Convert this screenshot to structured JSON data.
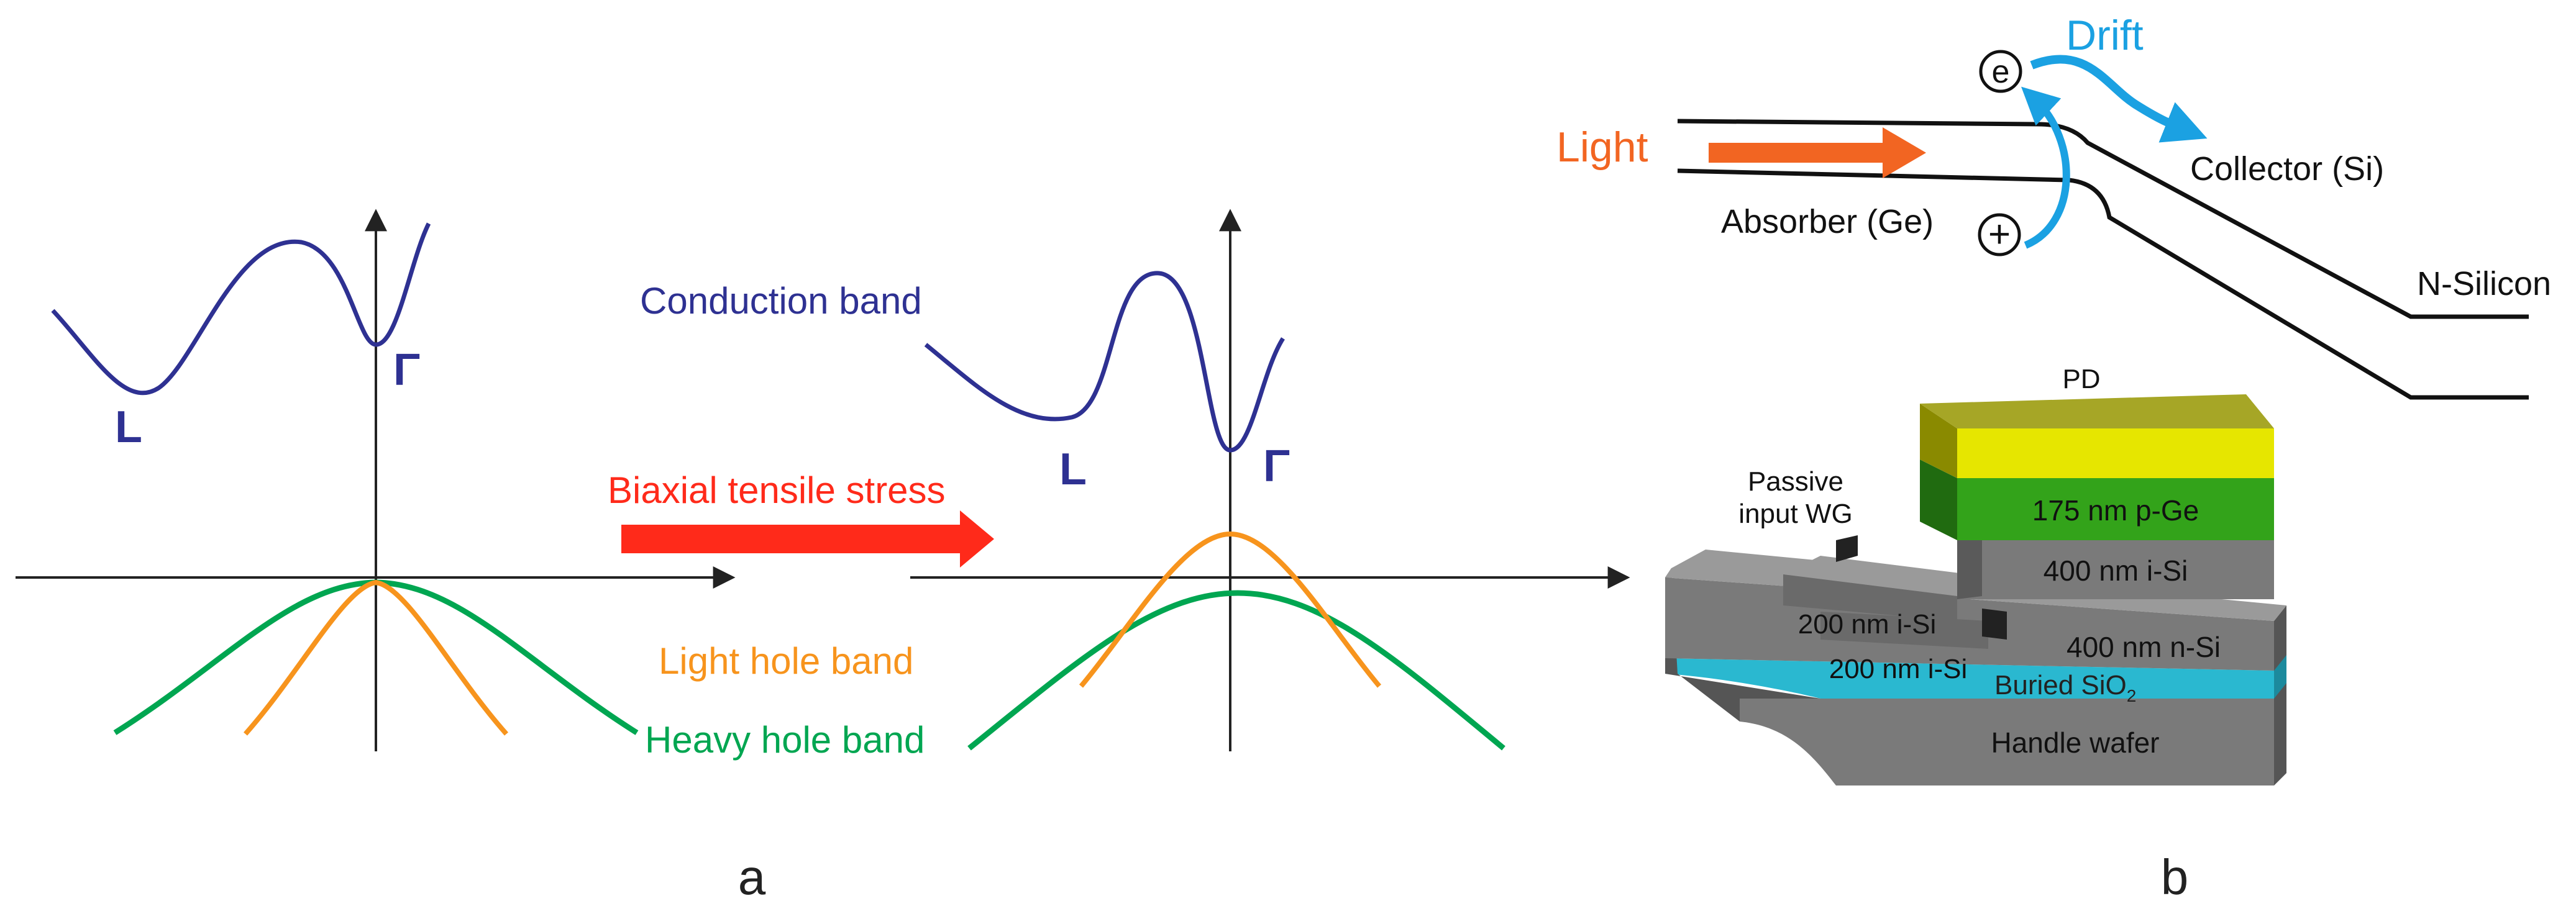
{
  "panel_a": {
    "label": "a",
    "conduction_band_label": "Conduction band",
    "light_hole_label": "Light hole band",
    "heavy_hole_label": "Heavy hole band",
    "valley_L": "L",
    "valley_Gamma": "Γ",
    "stress_label": "Biaxial tensile stress"
  },
  "panel_b": {
    "label": "b",
    "drift_label": "Drift",
    "light_label": "Light",
    "collector_label": "Collector (Si)",
    "absorber_label": "Absorber (Ge)",
    "n_silicon_label": "N-Silicon",
    "electron_symbol": "e",
    "hole_symbol": "+",
    "device": {
      "pd": "PD",
      "p_ge": "175 nm p-Ge",
      "i_si_top": "400 nm i-Si",
      "passive_wg_line1": "Passive",
      "passive_wg_line2": "input WG",
      "i_si_step_upper": "200 nm i-Si",
      "i_si_step_lower": "200 nm i-Si",
      "n_si": "400 nm n-Si",
      "buried_oxide_main": "Buried SiO",
      "buried_oxide_sub": "2",
      "handle": "Handle wafer"
    }
  },
  "colors": {
    "conduction": "#2e3192",
    "light_hole": "#f7941d",
    "heavy_hole": "#00a651",
    "stress_arrow": "#ff2a1a",
    "drift": "#1ba1e2",
    "light": "#f26522",
    "pd_top": "#e6e600",
    "ge_green": "#33a31a",
    "oxide": "#2ab8d0",
    "silicon_gray": "#7a7a7a"
  }
}
